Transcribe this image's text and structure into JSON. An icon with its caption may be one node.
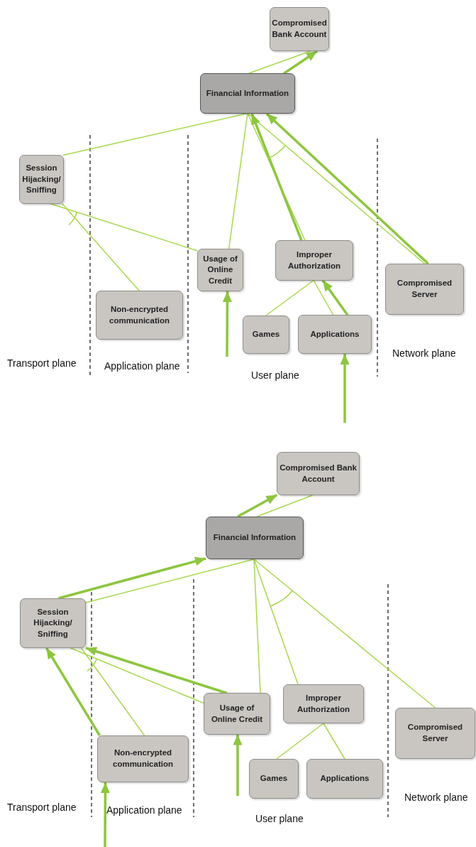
{
  "diagram": {
    "nodes": [
      {
        "text": [
          "Compromised Bank Account"
        ]
      },
      {
        "text": [
          "Financial Information"
        ]
      },
      {
        "text": [
          "Session Hijacking/ Sniffing"
        ]
      },
      {
        "text": [
          "Non-encrypted communication"
        ]
      },
      {
        "text": [
          "Usage of Online Credit"
        ]
      },
      {
        "text": [
          "Improper Authorization"
        ]
      },
      {
        "text": [
          "Games"
        ]
      },
      {
        "text": [
          "Applications"
        ]
      },
      {
        "text": [
          "Compromised Server"
        ]
      },
      {
        "text": [
          "Compromised Bank Account"
        ]
      },
      {
        "text": [
          "Financial Information"
        ]
      },
      {
        "text": [
          "Session Hijacking/ Sniffing"
        ]
      },
      {
        "text": [
          "Non-encrypted communication"
        ]
      },
      {
        "text": [
          "Usage of Online Credit"
        ]
      },
      {
        "text": [
          "Improper Authorization"
        ]
      },
      {
        "text": [
          "Games"
        ]
      },
      {
        "text": [
          "Applications"
        ]
      },
      {
        "text": [
          "Compromised Server"
        ]
      }
    ],
    "edges": [
      {
        "from": 1,
        "to": 0,
        "arrow": "none"
      },
      {
        "from": 1,
        "to": 2,
        "arrow": "none"
      },
      {
        "from": 1,
        "to": 4,
        "arrow": "none"
      },
      {
        "from": 1,
        "to": 5,
        "arrow": "none"
      },
      {
        "from": 1,
        "to": 8,
        "arrow": "none"
      },
      {
        "from": 2,
        "to": 4,
        "arrow": "none"
      },
      {
        "from": 2,
        "to": 3,
        "arrow": "none"
      },
      {
        "from": 5,
        "to": 6,
        "arrow": "none"
      },
      {
        "from": 5,
        "to": 7,
        "arrow": "none"
      },
      {
        "from": 1,
        "to": 0,
        "arrow": "to",
        "style": "thick"
      },
      {
        "from": 5,
        "to": 1,
        "arrow": "to",
        "style": "thick"
      },
      {
        "from": 8,
        "to": 1,
        "arrow": "to",
        "style": "thick"
      },
      {
        "from": 7,
        "to": 5,
        "arrow": "to",
        "style": "thick"
      },
      {
        "from": null,
        "to": 7,
        "arrow": "to",
        "style": "thick"
      },
      {
        "from": null,
        "to": 4,
        "arrow": "to",
        "style": "thick"
      },
      {
        "from": 10,
        "to": 9,
        "arrow": "none"
      },
      {
        "from": 10,
        "to": 11,
        "arrow": "none"
      },
      {
        "from": 10,
        "to": 13,
        "arrow": "none"
      },
      {
        "from": 10,
        "to": 14,
        "arrow": "none"
      },
      {
        "from": 10,
        "to": 17,
        "arrow": "none"
      },
      {
        "from": 11,
        "to": 13,
        "arrow": "none"
      },
      {
        "from": 11,
        "to": 12,
        "arrow": "none"
      },
      {
        "from": 14,
        "to": 15,
        "arrow": "none"
      },
      {
        "from": 14,
        "to": 16,
        "arrow": "none"
      },
      {
        "from": 10,
        "to": 9,
        "arrow": "to",
        "style": "thick"
      },
      {
        "from": 11,
        "to": 10,
        "arrow": "to",
        "style": "thick"
      },
      {
        "from": 13,
        "to": 11,
        "arrow": "to",
        "style": "thick"
      },
      {
        "from": 12,
        "to": 11,
        "arrow": "to",
        "style": "thick"
      },
      {
        "from": null,
        "to": 12,
        "arrow": "to",
        "style": "thick"
      },
      {
        "from": null,
        "to": 13,
        "arrow": "to",
        "style": "thick"
      }
    ],
    "labels": [
      "Transport plane",
      "Application plane",
      "User plane",
      "Network plane",
      "Transport plane",
      "Application plane",
      "User plane",
      "Network plane"
    ]
  }
}
